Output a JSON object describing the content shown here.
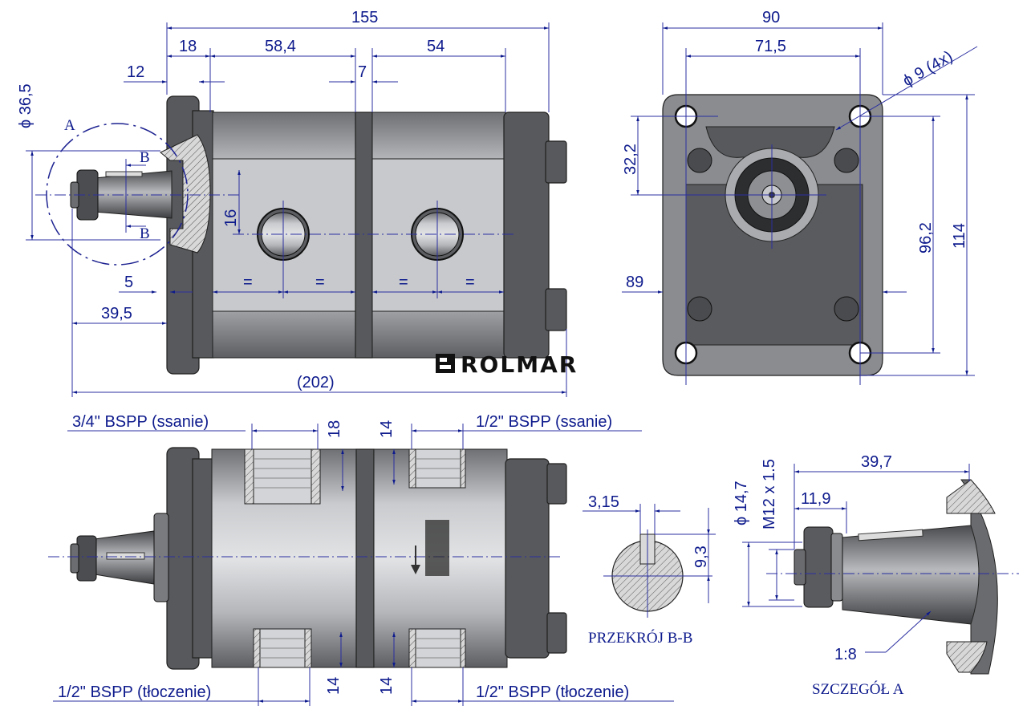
{
  "drawing": {
    "title": "Hydraulic gear pump dimensional drawing",
    "colors": {
      "dimension": "#0d1a8c",
      "body_dark": "#58595c",
      "body_light": "#c4c6c9",
      "logo": "#111111"
    }
  },
  "brand": {
    "logo_text": "ROLMAR"
  },
  "side_view": {
    "dims": {
      "overall_body": "155",
      "flange": "18",
      "front_section": "58,4",
      "separator": "7",
      "rear_section": "54",
      "pilot": "12",
      "pilot_diameter": "ϕ 36,5",
      "port_offset": "16",
      "shaft_step": "5",
      "shaft_length": "39,5",
      "overall_length": "(202)",
      "equal": "="
    },
    "detail_marker": "A",
    "section_marker": "B"
  },
  "front_view": {
    "dims": {
      "width": "90",
      "bolt_spacing": "71,5",
      "hole_diameter": "ϕ 9  (4x)",
      "shaft_offset": "32,2",
      "body_width": "89",
      "bolt_height": "96,2",
      "height": "114"
    }
  },
  "top_view": {
    "ports": [
      {
        "label": "3/4\" BSPP (ssanie)",
        "dim": "18"
      },
      {
        "label": "1/2\" BSPP (ssanie)",
        "dim": "14"
      },
      {
        "label": "1/2\" BSPP (tłoczenie)",
        "dim": "14"
      },
      {
        "label": "1/2\" BSPP (tłoczenie)",
        "dim": "14"
      }
    ]
  },
  "section_bb": {
    "title": "PRZEKRÓJ B-B",
    "dims": {
      "key_width": "3,15",
      "key_height": "9,3"
    }
  },
  "detail_a": {
    "title": "SZCZEGÓŁ A",
    "dims": {
      "shaft_diameter": "ϕ 14,7",
      "thread": "M12 x 1.5",
      "taper_length": "39,7",
      "thread_length": "11,9",
      "taper": "1:8"
    }
  }
}
